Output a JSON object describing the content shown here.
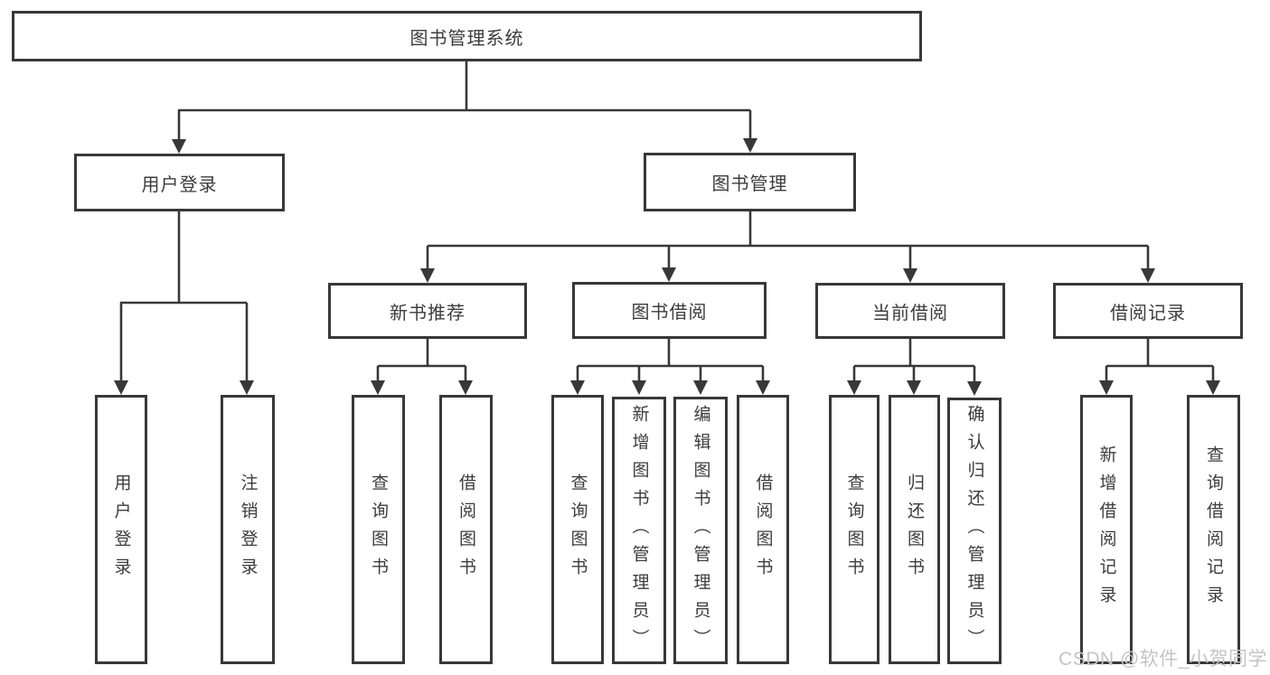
{
  "diagram": {
    "root": {
      "label": "图书管理系统"
    },
    "branches": [
      {
        "label": "用户登录",
        "children": [
          {
            "label": "用户登录"
          },
          {
            "label": "注销登录"
          }
        ]
      },
      {
        "label": "图书管理",
        "children": [
          {
            "label": "新书推荐",
            "children": [
              {
                "label": "查询图书"
              },
              {
                "label": "借阅图书"
              }
            ]
          },
          {
            "label": "图书借阅",
            "children": [
              {
                "label": "查询图书"
              },
              {
                "label": "新增图书（管理员）"
              },
              {
                "label": "编辑图书（管理员）"
              },
              {
                "label": "借阅图书"
              }
            ]
          },
          {
            "label": "当前借阅",
            "children": [
              {
                "label": "查询图书"
              },
              {
                "label": "归还图书"
              },
              {
                "label": "确认归还（管理员）"
              }
            ]
          },
          {
            "label": "借阅记录",
            "children": [
              {
                "label": "新增借阅记录"
              },
              {
                "label": "查询借阅记录"
              }
            ]
          }
        ]
      }
    ]
  },
  "watermark": {
    "text": "CSDN @软件_小贺同学",
    "color": "#c4c4c4"
  },
  "colors": {
    "line": "#383838",
    "text": "#3c3c3c",
    "background": "#ffffff"
  }
}
